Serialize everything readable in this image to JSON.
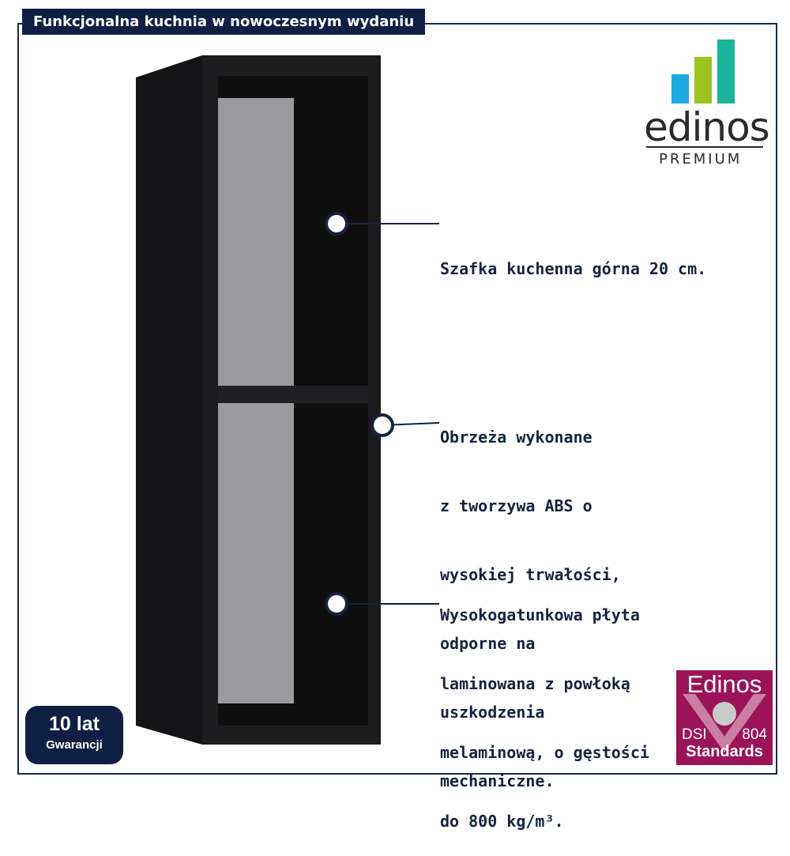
{
  "banner": {
    "title": "Funkcjonalna kuchnia w nowoczesnym wydaniu"
  },
  "logo": {
    "name": "edinos",
    "tier": "PREMIUM",
    "bar_colors": [
      "#1ea8e0",
      "#9cc31f",
      "#1bb39a"
    ]
  },
  "product": {
    "icon": "wall-cabinet-illustration",
    "body_color": "#1c1c1e",
    "inner_color": "#9b9b9d"
  },
  "callouts": [
    {
      "lines": [
        "Szafka kuchenna górna 20 cm."
      ]
    },
    {
      "lines": [
        "Obrzeża wykonane",
        "z tworzywa ABS o",
        "wysokiej trwałości,",
        "odporne na",
        "uszkodzenia",
        "mechaniczne."
      ]
    },
    {
      "lines": [
        "Wysokogatunkowa płyta",
        "laminowana z powłoką",
        "melaminową, o gęstości",
        "do 800 kg/m³."
      ]
    }
  ],
  "warranty": {
    "big": "10 lat",
    "small": "Gwarancji"
  },
  "standards": {
    "top": "Edinos",
    "left": "DSI",
    "right": "804",
    "bottom": "Standards",
    "color": "#9c1458"
  },
  "colors": {
    "navy": "#0f1f44",
    "text": "#15233f"
  }
}
